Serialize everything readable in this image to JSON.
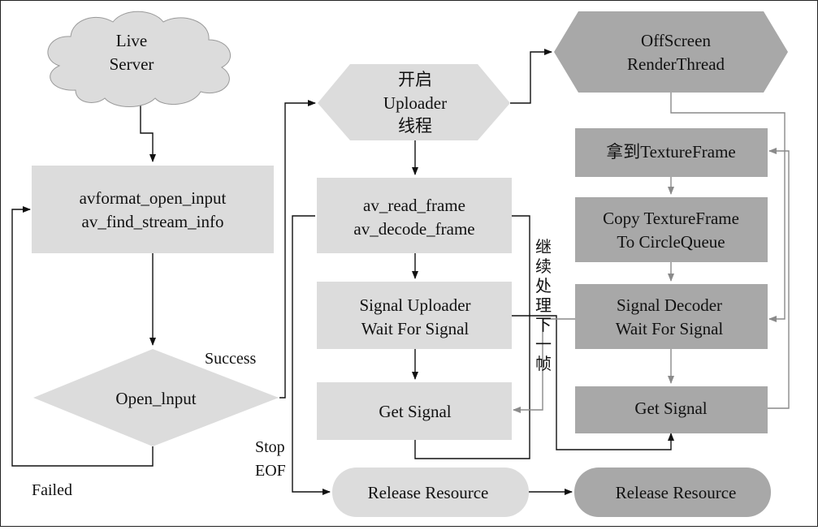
{
  "colors": {
    "light_fill": "#dcdcdc",
    "dark_fill": "#a8a8a8",
    "line_dark": "#111111",
    "line_gray": "#8a8a8a",
    "text": "#111111"
  },
  "nodes": {
    "live_server": {
      "shape": "cloud",
      "lines": [
        "Live",
        "Server"
      ]
    },
    "open_input_box": {
      "shape": "rectangle",
      "lines": [
        "avformat_open_input",
        "av_find_stream_info"
      ]
    },
    "open_input_decision": {
      "shape": "diamond",
      "lines": [
        "Open_lnput"
      ]
    },
    "start_uploader": {
      "shape": "hexagon",
      "lines": [
        "开启",
        "Uploader",
        "线程"
      ]
    },
    "read_decode": {
      "shape": "rectangle",
      "lines": [
        "av_read_frame",
        "av_decode_frame"
      ]
    },
    "signal_uploader": {
      "shape": "rectangle",
      "lines": [
        "Signal Uploader",
        "Wait For Signal"
      ]
    },
    "get_signal_left": {
      "shape": "rectangle",
      "lines": [
        "Get Signal"
      ]
    },
    "release_left": {
      "shape": "rounded",
      "lines": [
        "Release Resource"
      ]
    },
    "offscreen": {
      "shape": "hexagon",
      "lines": [
        "OffScreen",
        "RenderThread"
      ]
    },
    "get_texture": {
      "shape": "rectangle",
      "lines": [
        "拿到TextureFrame"
      ]
    },
    "copy_texture": {
      "shape": "rectangle",
      "lines": [
        "Copy TextureFrame",
        "To CircleQueue"
      ]
    },
    "signal_decoder": {
      "shape": "rectangle",
      "lines": [
        "Signal Decoder",
        "Wait For Signal"
      ]
    },
    "get_signal_right": {
      "shape": "rectangle",
      "lines": [
        "Get Signal"
      ]
    },
    "release_right": {
      "shape": "rounded",
      "lines": [
        "Release Resource"
      ]
    }
  },
  "edge_labels": {
    "success": "Success",
    "failed": "Failed",
    "stop": "Stop",
    "eof": "EOF",
    "next_frame": [
      "继",
      "续",
      "处",
      "理",
      "下",
      "一",
      "帧"
    ]
  }
}
